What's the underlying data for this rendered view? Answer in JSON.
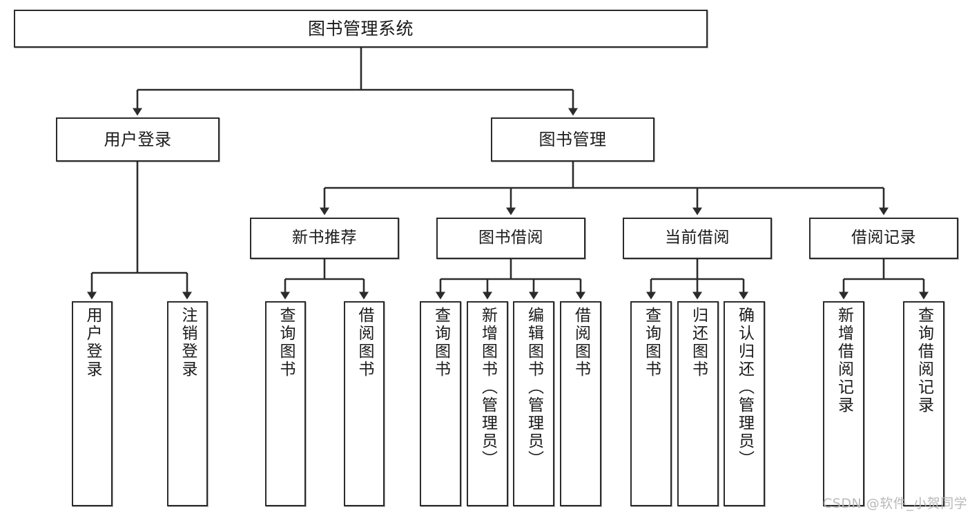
{
  "diagram": {
    "type": "tree-hierarchy",
    "title": "图书管理系统",
    "orientation": "top-down",
    "colors": {
      "stroke": "#2b2b2b",
      "fill": "#ffffff",
      "text": "#1a1a1a",
      "watermark": "#b9b9b9"
    },
    "nodes": {
      "root": {
        "label": "图书管理系统"
      },
      "level2": [
        {
          "label": "用户登录"
        },
        {
          "label": "图书管理"
        }
      ],
      "level3": [
        {
          "label": "新书推荐"
        },
        {
          "label": "图书借阅"
        },
        {
          "label": "当前借阅"
        },
        {
          "label": "借阅记录"
        }
      ],
      "leaves": {
        "user_login": [
          {
            "label": "用户登录"
          },
          {
            "label": "注销登录"
          }
        ],
        "new_book_recommend": [
          {
            "label": "查询图书"
          },
          {
            "label": "借阅图书"
          }
        ],
        "book_borrow": [
          {
            "label": "查询图书"
          },
          {
            "label": "新增图书（管理员）"
          },
          {
            "label": "编辑图书（管理员）"
          },
          {
            "label": "借阅图书"
          }
        ],
        "current_borrow": [
          {
            "label": "查询图书"
          },
          {
            "label": "归还图书"
          },
          {
            "label": "确认归还（管理员）"
          }
        ],
        "borrow_record": [
          {
            "label": "新增借阅记录"
          },
          {
            "label": "查询借阅记录"
          }
        ]
      }
    },
    "watermark": "CSDN @软件_小贺同学"
  }
}
